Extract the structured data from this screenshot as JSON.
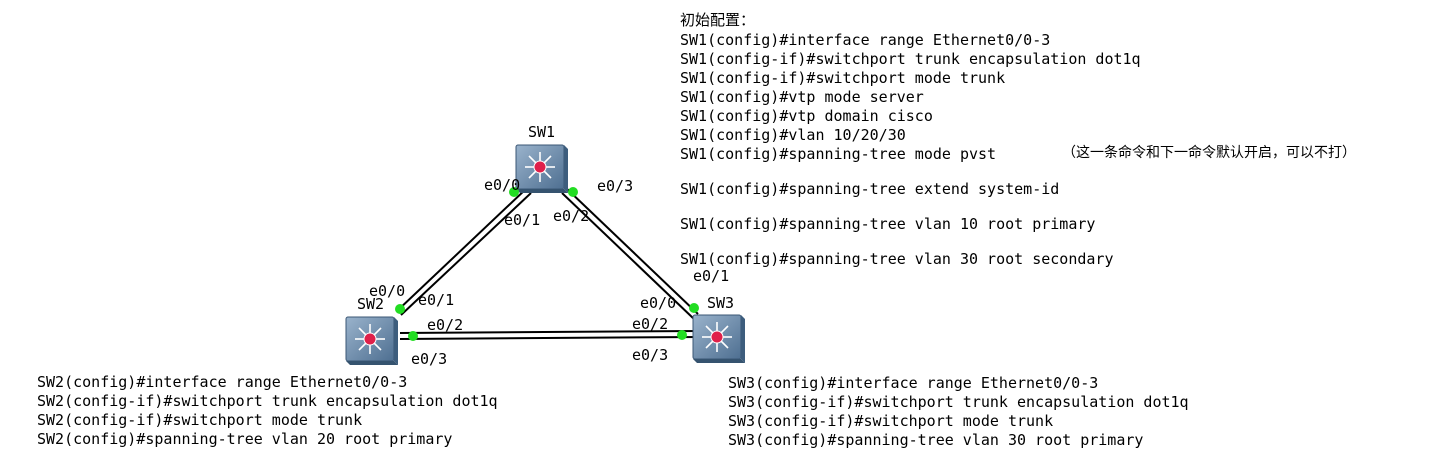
{
  "title": "初始配置：",
  "sw1_config": [
    "SW1(config)#interface range Ethernet0/0-3",
    "SW1(config-if)#switchport trunk encapsulation dot1q",
    "SW1(config-if)#switchport mode trunk",
    "SW1(config)#vtp mode server",
    "SW1(config)#vtp domain cisco",
    "SW1(config)#vlan 10/20/30",
    "SW1(config)#spanning-tree mode pvst"
  ],
  "sw1_note": "（这一条命令和下一命令默认开启，可以不打）",
  "sw1_extra": [
    "SW1(config)#spanning-tree extend system-id",
    "SW1(config)#spanning-tree vlan 10 root primary",
    "SW1(config)#spanning-tree vlan 30 root secondary"
  ],
  "sw2_config": [
    "SW2(config)#interface range Ethernet0/0-3",
    "SW2(config-if)#switchport trunk encapsulation dot1q",
    "SW2(config-if)#switchport mode trunk",
    "SW2(config)#spanning-tree vlan 20 root primary"
  ],
  "sw3_config": [
    "SW3(config)#interface range Ethernet0/0-3",
    "SW3(config-if)#switchport trunk encapsulation dot1q",
    "SW3(config-if)#switchport mode trunk",
    "SW3(config)#spanning-tree vlan 30 root primary"
  ],
  "switches": {
    "sw1": "SW1",
    "sw2": "SW2",
    "sw3": "SW3"
  },
  "ports": {
    "sw1_left_top": "e0/0",
    "sw1_left_bottom": "e0/1",
    "sw1_right_top": "e0/3",
    "sw1_right_bottom": "e0/2",
    "sw2_top_left": "e0/0",
    "sw2_top_right": "e0/1",
    "sw2_right_top": "e0/2",
    "sw2_right_bottom": "e0/3",
    "sw3_top_upper": "e0/1",
    "sw3_top_left": "e0/0",
    "sw3_left_top": "e0/2",
    "sw3_left_bottom": "e0/3"
  },
  "colors": {
    "link": "#000000",
    "port_dot": "#22dd22",
    "switch_body": "#6f8eae",
    "switch_center": "#e0204a"
  }
}
